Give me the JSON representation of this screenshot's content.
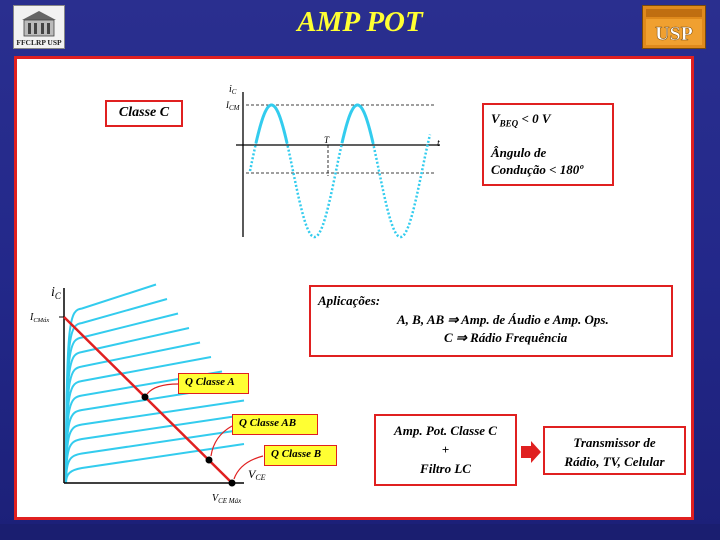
{
  "title": "AMP POT",
  "logos": {
    "left": "FFCLRP USP",
    "right": "USP"
  },
  "classe_c_label": "Classe C",
  "wave_plot": {
    "y_label_main": "i",
    "y_label_sub": "C",
    "peak_label_main": "I",
    "peak_label_sub": "CM",
    "t_label": "t",
    "T_label": "T"
  },
  "conditions": {
    "vbeq_main": "V",
    "vbeq_sub": "BEQ",
    "vbeq_rest": " < 0 V",
    "angle_line1": "Ângulo de",
    "angle_line2": "Condução < 180º"
  },
  "applications": {
    "heading": "Aplicações:",
    "line1": "A, B, AB ⇒  Amp. de Áudio e Amp. Ops.",
    "line2": "C ⇒  Rádio Frequência"
  },
  "load_line_plot": {
    "y_label_main": "i",
    "y_label_sub": "C",
    "imax_main": "I",
    "imax_sub": "CMáx",
    "vce_main": "V",
    "vce_sub": "CE",
    "vcemax_main": "V",
    "vcemax_sub": "CE Máx",
    "q_a": "Q  Classe A",
    "q_ab": "Q  Classe AB",
    "q_b": "Q  Classe B"
  },
  "amp_box": {
    "line1": "Amp. Pot. Classe C",
    "line2": "+",
    "line3": "Filtro  LC"
  },
  "transmitter_box": {
    "line1": "Transmissor  de",
    "line2": "Rádio, TV, Celular"
  },
  "colors": {
    "accent": "#e02020",
    "wave": "#33ccee",
    "title": "#ffff33",
    "tag_fill": "#ffff33"
  }
}
